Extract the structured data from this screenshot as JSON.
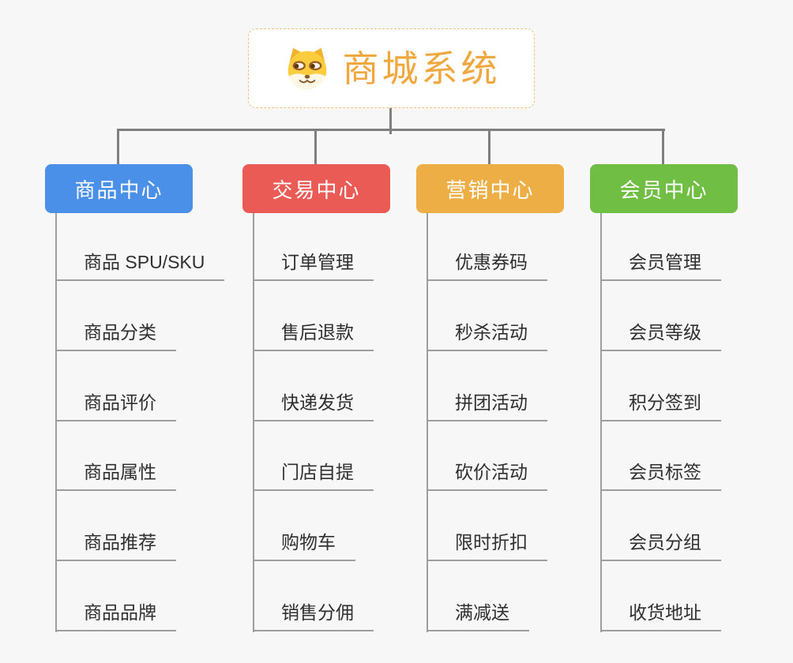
{
  "page": {
    "background": "#F7F7F7"
  },
  "root": {
    "title": "商城系统",
    "icon": "shiba-dog-icon",
    "title_color": "#F0A73E",
    "border_color": "#F2C37D"
  },
  "connector_color": "#7F7F7F",
  "branch_line_color": "#9E9E9E",
  "columns": [
    {
      "title": "商品中心",
      "color": "#4A8FE8",
      "items": [
        "商品 SPU/SKU",
        "商品分类",
        "商品评价",
        "商品属性",
        "商品推荐",
        "商品品牌"
      ]
    },
    {
      "title": "交易中心",
      "color": "#E95B54",
      "items": [
        "订单管理",
        "售后退款",
        "快递发货",
        "门店自提",
        "购物车",
        "销售分佣"
      ]
    },
    {
      "title": "营销中心",
      "color": "#EDAF45",
      "items": [
        "优惠券码",
        "秒杀活动",
        "拼团活动",
        "砍价活动",
        "限时折扣",
        "满减送"
      ]
    },
    {
      "title": "会员中心",
      "color": "#70BE44",
      "items": [
        "会员管理",
        "会员等级",
        "积分签到",
        "会员标签",
        "会员分组",
        "收货地址"
      ]
    }
  ]
}
